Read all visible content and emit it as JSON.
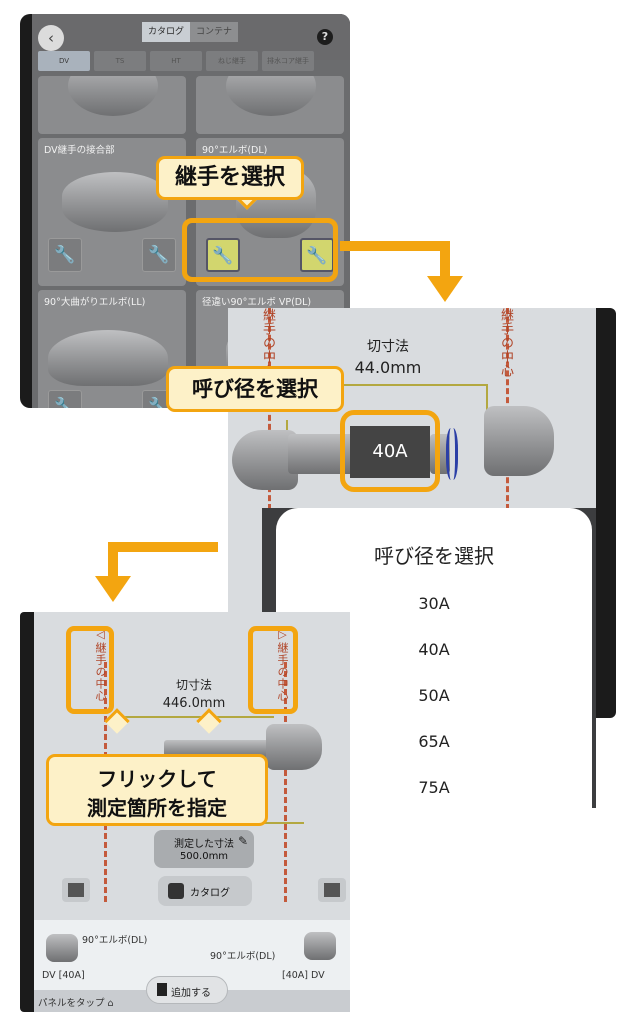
{
  "colors": {
    "accent": "#f3a510",
    "callout_bg": "#fdf1c8",
    "center_line": "#c45a3c",
    "tool_highlight": "#d2d66e"
  },
  "panel1": {
    "segment": [
      "カタログ",
      "コンテナ"
    ],
    "tabs": [
      "DV",
      "TS",
      "HT",
      "ねじ継手",
      "排水コア継手"
    ],
    "cards": [
      {
        "title": "DV継手の接合部"
      },
      {
        "title": "90°エルボ(DL)"
      },
      {
        "title": "90°大曲がりエルボ(LL)"
      },
      {
        "title": "径違い90°エルボ VP(DL)"
      }
    ],
    "callout": "継手を選択"
  },
  "panel2": {
    "center_label": "継手の中心",
    "measure_title": "切寸法",
    "measure_value": "44.0mm",
    "callout": "呼び径を選択",
    "diameter_value": "40A",
    "popup": {
      "title": "呼び径を選択",
      "options": [
        "30A",
        "40A",
        "50A",
        "65A",
        "75A"
      ]
    }
  },
  "panel3": {
    "left_center_label": "◁継手の中心",
    "right_center_label": "▷継手の中心",
    "measure_title": "切寸法",
    "measure_value": "446.0mm",
    "callout_line1": "フリックして",
    "callout_line2": "測定箇所を指定",
    "measured_label": "測定した寸法",
    "measured_value": "500.0mm",
    "catalog_button": "カタログ",
    "fitting_left": "90°エルボ(DL)",
    "fitting_right": "90°エルボ(DL)",
    "spec_left": "DV [40A]",
    "spec_right": "[40A] DV",
    "tap_hint": "パネルをタップ ⌂",
    "add_button": "追加する"
  }
}
